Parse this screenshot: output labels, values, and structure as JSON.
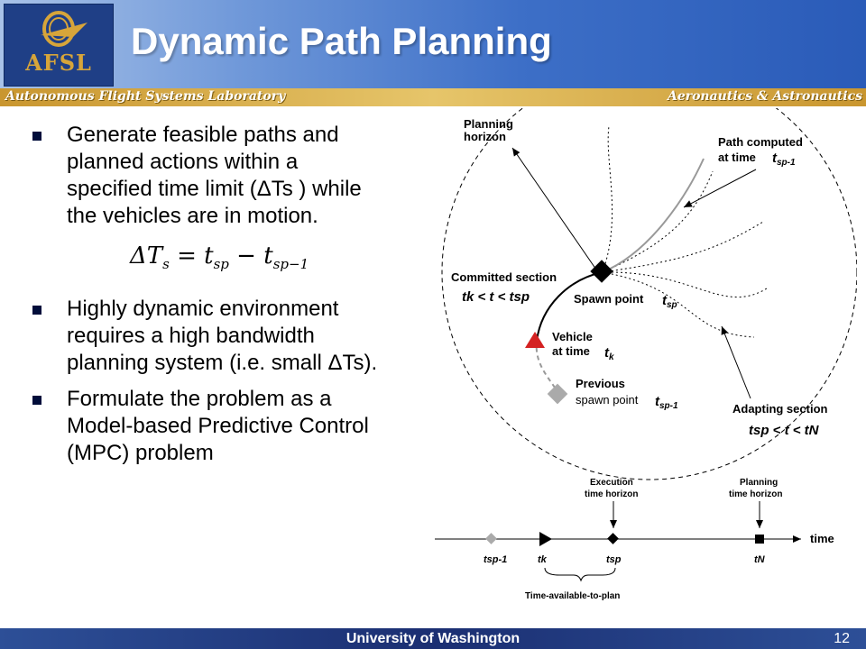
{
  "header": {
    "title": "Dynamic Path Planning",
    "logo_text": "AFSL",
    "lab_name": "Autonomous Flight Systems Laboratory",
    "department": "Aeronautics & Astronautics"
  },
  "bullets": [
    "Generate feasible paths and planned actions within a specified time limit (ΔTs ) while the vehicles are in motion.",
    "Highly dynamic environment requires a high bandwidth planning system (i.e. small ΔTs).",
    "Formulate the problem as a Model-based Predictive Control (MPC) problem"
  ],
  "equation": {
    "lhs": "ΔT",
    "lhs_sub": "s",
    "rhs_a": "t",
    "rhs_a_sub": "sp",
    "rhs_b": "t",
    "rhs_b_sub": "sp−1"
  },
  "diagram": {
    "planning_horizon": [
      "Planning",
      "horizon"
    ],
    "path_computed": "Path computed",
    "at_time": "at time",
    "committed_section": "Committed section",
    "committed_range": "tk < t < tsp",
    "spawn_point": "Spawn point",
    "vehicle": [
      "Vehicle",
      "at time"
    ],
    "previous": [
      "Previous",
      "spawn point"
    ],
    "adapting_section": "Adapting section",
    "adapting_range": "tsp < t < tN"
  },
  "timeline": {
    "execution_horizon": [
      "Execution",
      "time horizon"
    ],
    "planning_horizon": [
      "Planning",
      "time horizon"
    ],
    "axis_label": "time",
    "ticks": [
      "tsp-1",
      "tk",
      "tsp",
      "tN"
    ],
    "brace_label": "Time-available-to-plan"
  },
  "footer": {
    "university": "University of Washington",
    "page": "12"
  },
  "colors": {
    "header_blue": "#3d6fc7",
    "gold_band": "#d9b04e",
    "footer_navy": "#1b2f72",
    "vehicle_red": "#d42222",
    "spawn_gray": "#aaaaaa"
  }
}
